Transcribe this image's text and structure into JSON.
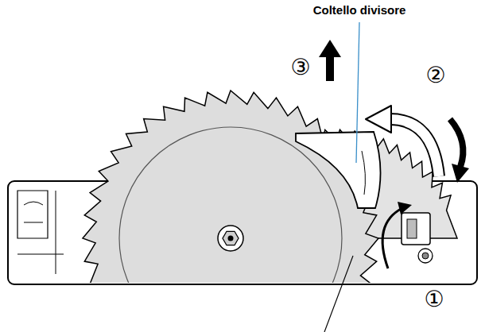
{
  "diagram": {
    "labels": [
      "Coltello divisore",
      "③",
      "②",
      "①"
    ]
  }
}
